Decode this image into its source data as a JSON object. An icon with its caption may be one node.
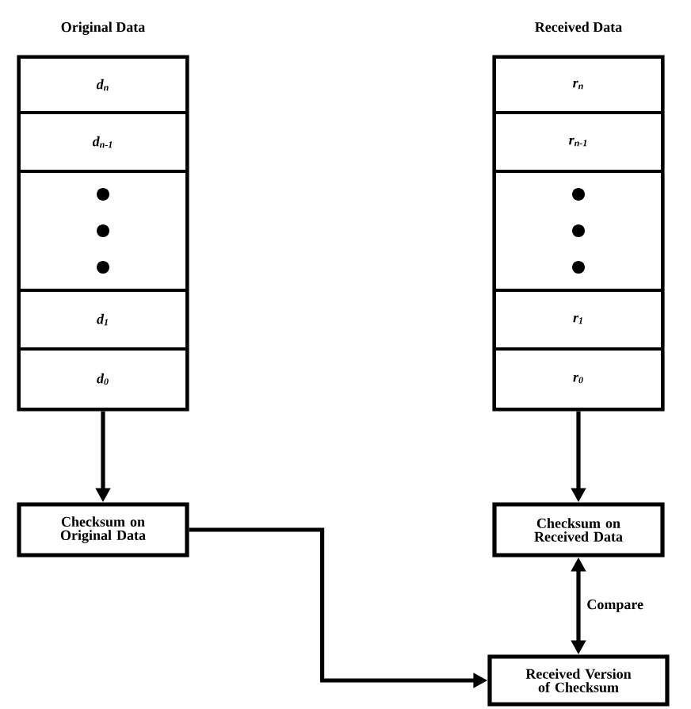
{
  "diagram": {
    "nodes": [
      {
        "text": [
          "Original Data"
        ]
      },
      {
        "text": [
          "d$_{n}$"
        ],
        "in": 0
      },
      {
        "text": [
          "d$_{n-1}$"
        ],
        "in": 0
      },
      {
        "text": [],
        "shape": "box",
        "in": 0
      },
      {
        "text": [
          "d$_{1}$"
        ],
        "in": 0
      },
      {
        "text": [
          "d$_{0}$"
        ],
        "in": 0
      },
      {
        "text": [
          "Received Data"
        ]
      },
      {
        "text": [
          "r$_{n}$"
        ],
        "in": 6
      },
      {
        "text": [
          "r$_{n-1}$"
        ],
        "in": 6
      },
      {
        "text": [],
        "shape": "box",
        "in": 6
      },
      {
        "text": [
          "r$_{1}$"
        ],
        "in": 6
      },
      {
        "text": [
          "r$_{0}$"
        ],
        "in": 6
      },
      {
        "text": [
          "Checksum on Original Data"
        ]
      },
      {
        "text": [
          "Checksum on Received Data"
        ]
      },
      {
        "text": [
          "Received Version of Checksum"
        ]
      }
    ],
    "edges": [
      {
        "from": 0,
        "to": 12,
        "arrow": "to"
      },
      {
        "from": 6,
        "to": 13,
        "arrow": "to"
      },
      {
        "from": 12,
        "to": 14,
        "arrow": "to"
      },
      {
        "from": 13,
        "to": 14,
        "arrow": "both",
        "label": "Compare"
      }
    ]
  }
}
